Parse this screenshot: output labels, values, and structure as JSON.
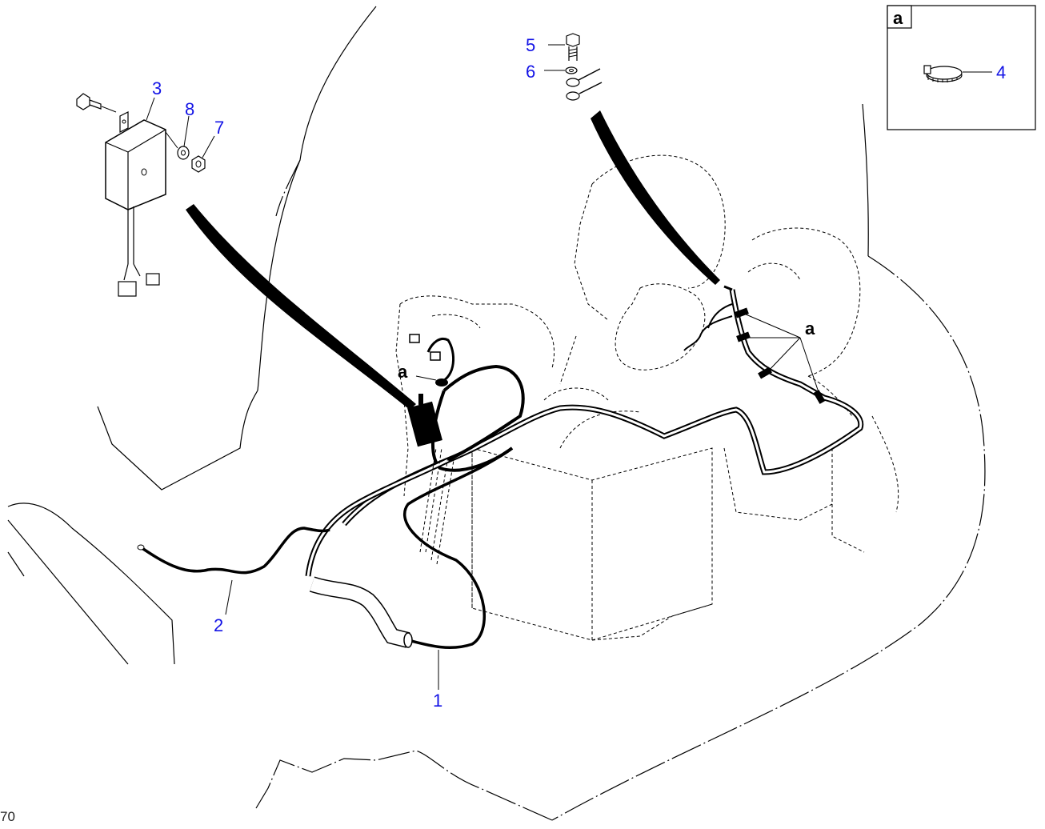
{
  "colors": {
    "callout": "#1414e6",
    "line": "#000000",
    "background": "#ffffff"
  },
  "callouts": {
    "c1": "1",
    "c2": "2",
    "c3": "3",
    "c4": "4",
    "c5": "5",
    "c6": "6",
    "c7": "7",
    "c8": "8"
  },
  "detail": {
    "label": "a",
    "marker_left": "a",
    "marker_right": "a"
  },
  "page_number": "70",
  "icons": [
    "relay-box-icon",
    "bolt-icon",
    "washer-icon",
    "nut-icon",
    "hose-clamp-icon",
    "ring-terminal-icon",
    "connector-icon"
  ]
}
